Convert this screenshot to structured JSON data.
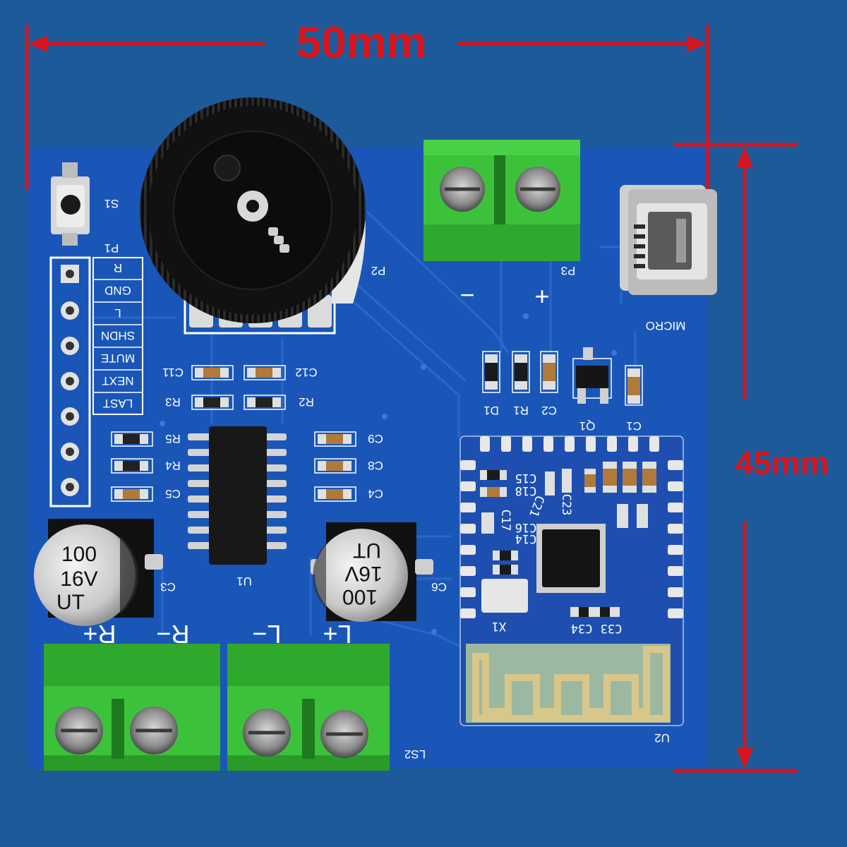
{
  "dimensions": {
    "width_label": "50mm",
    "height_label": "45mm"
  },
  "colors": {
    "background": "#1c5a9a",
    "pcb": "#1a56b8",
    "trace": "#2a68c8",
    "dimension": "#d8141c",
    "terminal": "#3cc23a",
    "silkscreen": "#ffffff"
  },
  "silkscreen": {
    "switch": "S1",
    "header": "P1",
    "pins": [
      "R",
      "GND",
      "L",
      "SHDN",
      "MUTE",
      "NEXT",
      "LAST"
    ],
    "potentiometer": "P2",
    "power_terminal": "P3",
    "power_minus": "−",
    "power_plus": "+",
    "usb": "MICRO",
    "caps_left": [
      "C11",
      "R3",
      "R5",
      "R4",
      "C5"
    ],
    "caps_right": [
      "C12",
      "R2",
      "C9",
      "C8",
      "C4"
    ],
    "ic": "U1",
    "diode_row": [
      "D1",
      "R1",
      "C2"
    ],
    "transistor": "Q1",
    "cap_c1": "C1",
    "module": "U2",
    "module_labels": [
      "C15",
      "C18",
      "C17",
      "C16",
      "C14",
      "C21",
      "C23",
      "C33",
      "C34",
      "X1"
    ],
    "speaker_right": [
      "R+",
      "R−"
    ],
    "speaker_left": [
      "L−",
      "L+"
    ],
    "speaker_terminal": "LS2",
    "cap_left_name": "C3",
    "cap_right_name": "C6"
  },
  "capacitor_left": {
    "line1": "100",
    "line2": "16V",
    "line3": "UT"
  },
  "capacitor_right": {
    "line1": "100",
    "line2": "16V",
    "line3": "UT"
  }
}
